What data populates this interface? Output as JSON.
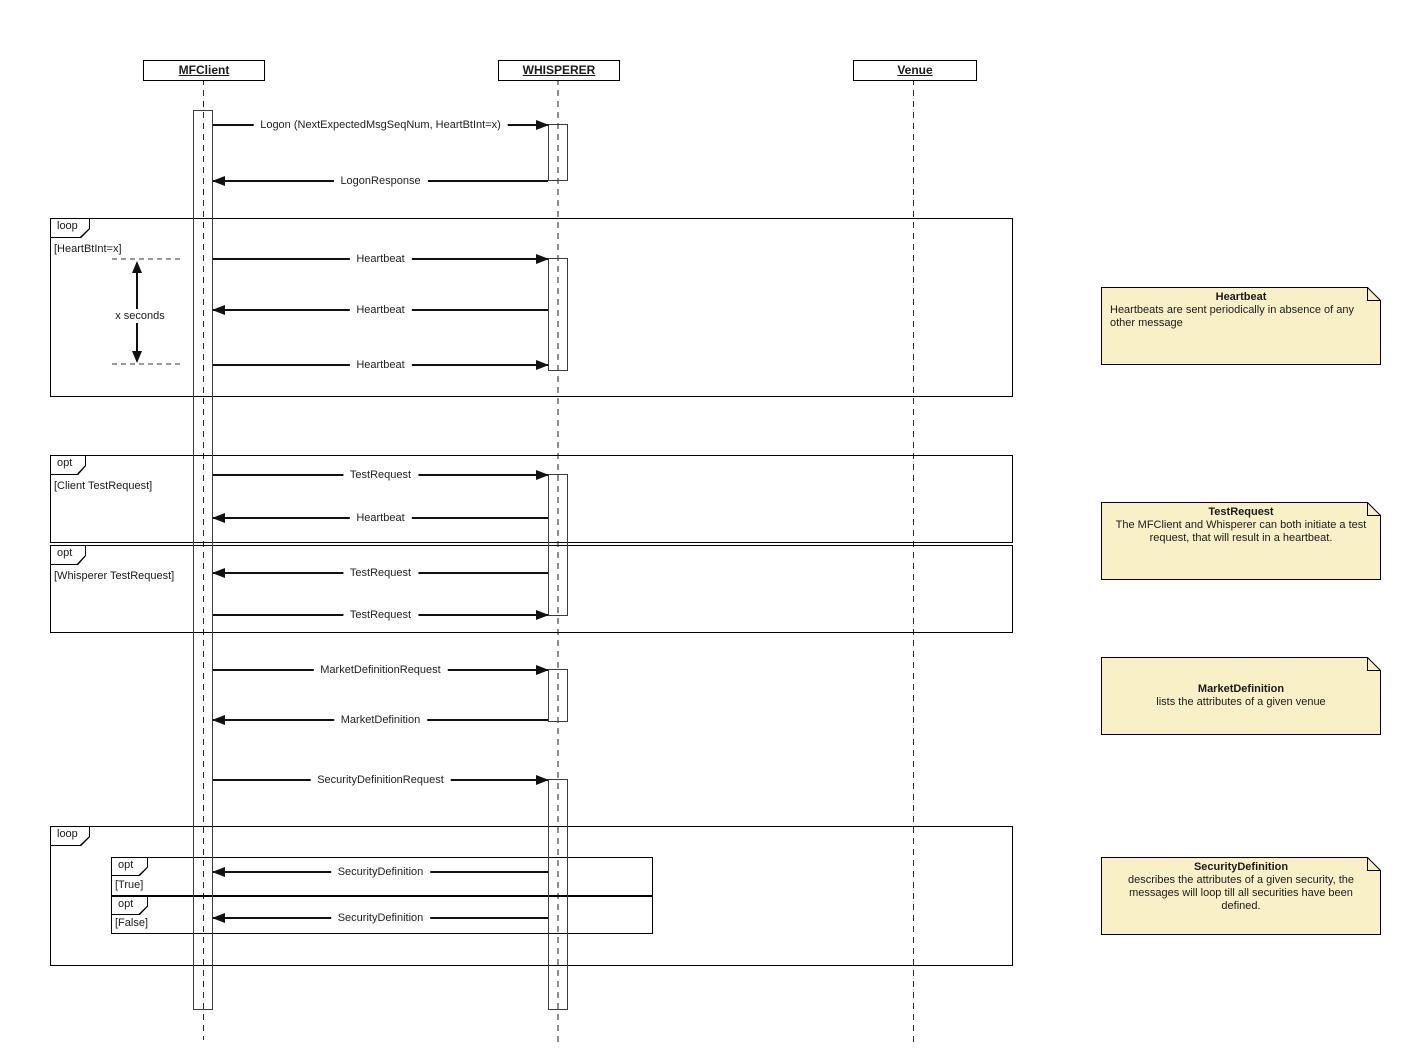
{
  "diagram": {
    "actors": [
      {
        "name": "MFClient"
      },
      {
        "name": "WHISPERER"
      },
      {
        "name": "Venue"
      }
    ],
    "messages": [
      {
        "label": "Logon (NextExpectedMsgSeqNum, HeartBtInt=x)",
        "from": "MFClient",
        "to": "WHISPERER"
      },
      {
        "label": "LogonResponse",
        "from": "WHISPERER",
        "to": "MFClient"
      },
      {
        "label": "Heartbeat",
        "from": "MFClient",
        "to": "WHISPERER"
      },
      {
        "label": "Heartbeat",
        "from": "WHISPERER",
        "to": "MFClient"
      },
      {
        "label": "Heartbeat",
        "from": "MFClient",
        "to": "WHISPERER"
      },
      {
        "label": "TestRequest",
        "from": "MFClient",
        "to": "WHISPERER"
      },
      {
        "label": "Heartbeat",
        "from": "WHISPERER",
        "to": "MFClient"
      },
      {
        "label": "TestRequest",
        "from": "WHISPERER",
        "to": "MFClient"
      },
      {
        "label": "TestRequest",
        "from": "MFClient",
        "to": "WHISPERER"
      },
      {
        "label": "MarketDefinitionRequest",
        "from": "MFClient",
        "to": "WHISPERER"
      },
      {
        "label": "MarketDefinition",
        "from": "WHISPERER",
        "to": "MFClient"
      },
      {
        "label": "SecurityDefinitionRequest",
        "from": "MFClient",
        "to": "WHISPERER"
      },
      {
        "label": "SecurityDefinition",
        "from": "WHISPERER",
        "to": "MFClient"
      },
      {
        "label": "SecurityDefinition",
        "from": "WHISPERER",
        "to": "MFClient"
      }
    ],
    "fragments": [
      {
        "operator": "loop",
        "guard": "[HeartBtInt=x]"
      },
      {
        "operator": "opt",
        "guard": "[Client TestRequest]"
      },
      {
        "operator": "opt",
        "guard": "[Whisperer TestRequest]"
      },
      {
        "operator": "loop",
        "guard": ""
      },
      {
        "operator": "opt",
        "guard": "[True]"
      },
      {
        "operator": "opt",
        "guard": "[False]"
      }
    ],
    "constraint": {
      "label": "x seconds"
    },
    "notes": [
      {
        "title": "Heartbeat",
        "body": "Heartbeats are sent periodically in absence of any other message"
      },
      {
        "title": "TestRequest",
        "body": "The MFClient and Whisperer can both initiate a test request, that will result in a heartbeat."
      },
      {
        "title": "MarketDefinition",
        "body": "lists the attributes of a given venue"
      },
      {
        "title": "SecurityDefinition",
        "body": "describes the attributes of a given security, the messages will loop till all securities have been defined."
      }
    ],
    "colors": {
      "note_fill": "#FAF0C8",
      "line": "#111111",
      "gray_dash": "#9A9A9A"
    }
  }
}
